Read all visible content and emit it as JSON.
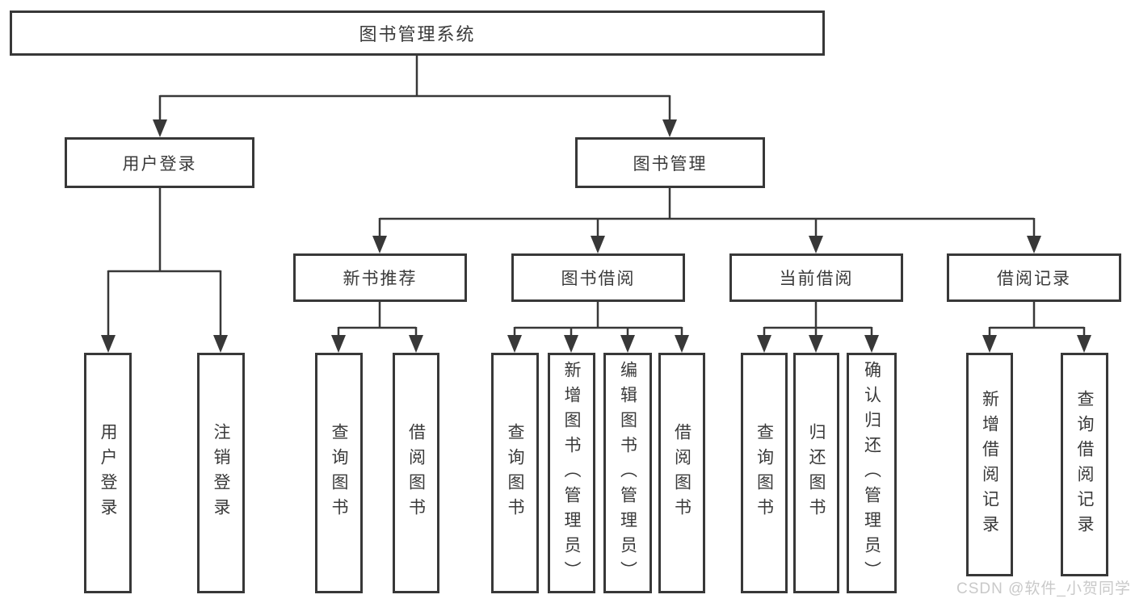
{
  "diagram": {
    "root": {
      "label": "图书管理系统"
    },
    "branches": {
      "user_login": {
        "label": "用户登录",
        "children": [
          "用户登录",
          "注销登录"
        ]
      },
      "book_mgmt": {
        "label": "图书管理",
        "children": [
          {
            "label": "新书推荐",
            "children": [
              "查询图书",
              "借阅图书"
            ]
          },
          {
            "label": "图书借阅",
            "children": [
              "查询图书",
              "新增图书（管理员）",
              "编辑图书（管理员）",
              "借阅图书"
            ]
          },
          {
            "label": "当前借阅",
            "children": [
              "查询图书",
              "归还图书",
              "确认归还（管理员）"
            ]
          },
          {
            "label": "借阅记录",
            "children": [
              "新增借阅记录",
              "查询借阅记录"
            ]
          }
        ]
      }
    },
    "watermark": "CSDN @软件_小贺同学",
    "colors": {
      "line": "#383838",
      "text": "#3a3a3a",
      "watermark": "#c9c9c9"
    }
  }
}
